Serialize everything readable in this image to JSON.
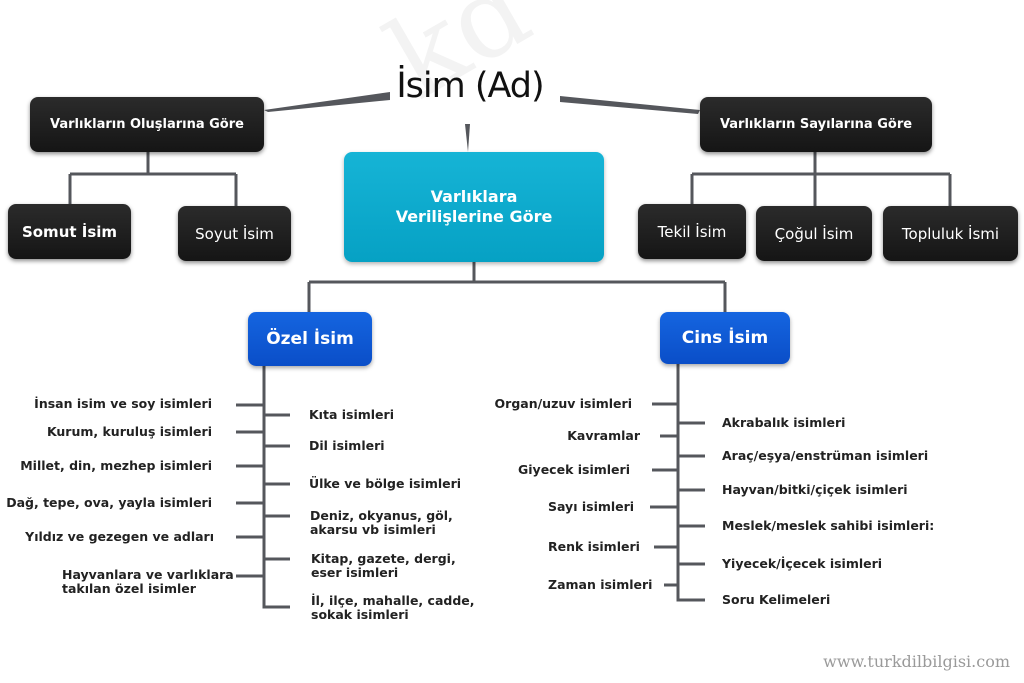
{
  "title": "İsim (Ad)",
  "background_watermark": "kd",
  "left_branch": {
    "header": "Varlıkların Oluşlarına Göre",
    "children": [
      "Somut İsim",
      "Soyut İsim"
    ]
  },
  "center_branch": {
    "header_line1": "Varlıklara",
    "header_line2": "Verilişlerine Göre",
    "ozel": {
      "label": "Özel İsim",
      "left_items": [
        "İnsan isim ve soy isimleri",
        "Kurum, kuruluş isimleri",
        "Millet, din, mezhep isimleri",
        "Dağ, tepe, ova, yayla isimleri",
        "Yıldız ve gezegen ve adları",
        "Hayvanlara ve varlıklara\ntakılan özel isimler"
      ],
      "right_items": [
        "Kıta isimleri",
        "Dil isimleri",
        "Ülke ve bölge isimleri",
        "Deniz, okyanus, göl,\nakarsu vb isimleri",
        "Kitap, gazete, dergi,\neser isimleri",
        "İl, ilçe, mahalle, cadde,\nsokak isimleri"
      ]
    },
    "cins": {
      "label": "Cins İsim",
      "left_items": [
        "Organ/uzuv isimleri",
        "Kavramlar",
        "Giyecek isimleri",
        "Sayı isimleri",
        "Renk isimleri",
        "Zaman isimleri"
      ],
      "right_items": [
        "Akrabalık isimleri",
        "Araç/eşya/enstrüman isimleri",
        "Hayvan/bitki/çiçek  isimleri",
        "Meslek/meslek sahibi isimleri:",
        "Yiyecek/İçecek  isimleri",
        "Soru Kelimeleri"
      ]
    }
  },
  "right_branch": {
    "header": "Varlıkların Sayılarına Göre",
    "children": [
      "Tekil İsim",
      "Çoğul İsim",
      "Topluluk İsmi"
    ]
  },
  "footer": {
    "website": "www.turkdilbilgisi.com"
  },
  "colors": {
    "dark_box": "#1e1e1e",
    "center_box": "#0aa8cc",
    "blue_box": "#0d57d6",
    "line": "#55575c"
  }
}
